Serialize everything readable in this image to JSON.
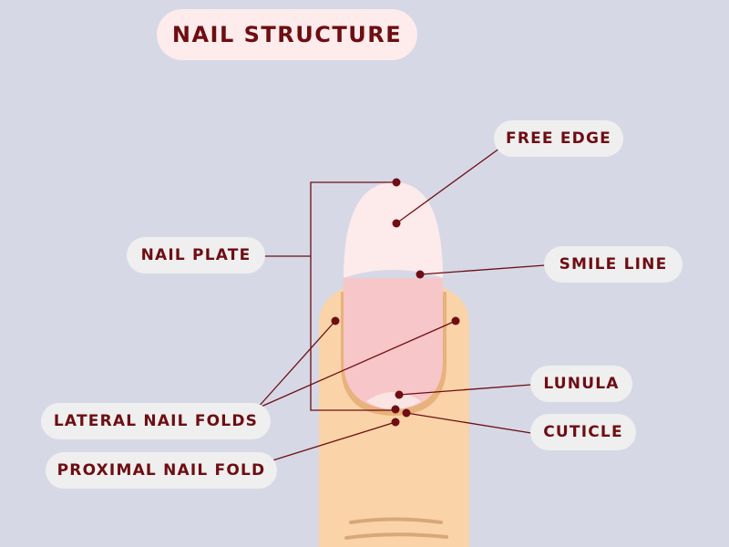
{
  "title": "NAIL STRUCTURE",
  "labels": {
    "free_edge": "FREE EDGE",
    "nail_plate": "NAIL PLATE",
    "smile_line": "SMILE LINE",
    "lateral_nail_folds": "LATERAL NAIL FOLDS",
    "lunula": "LUNULA",
    "cuticle": "CUTICLE",
    "proximal_nail_fold": "PROXIMAL NAIL FOLD"
  },
  "colors": {
    "background": "#d6d8e6",
    "skin": "#fad4a8",
    "nail_bed": "#f7c6c8",
    "free_edge": "#fdeaea",
    "lunula": "#fbe4e4",
    "accent": "#6e0d12",
    "label_bg": "#efefef",
    "title_bg": "#fdeceb"
  }
}
